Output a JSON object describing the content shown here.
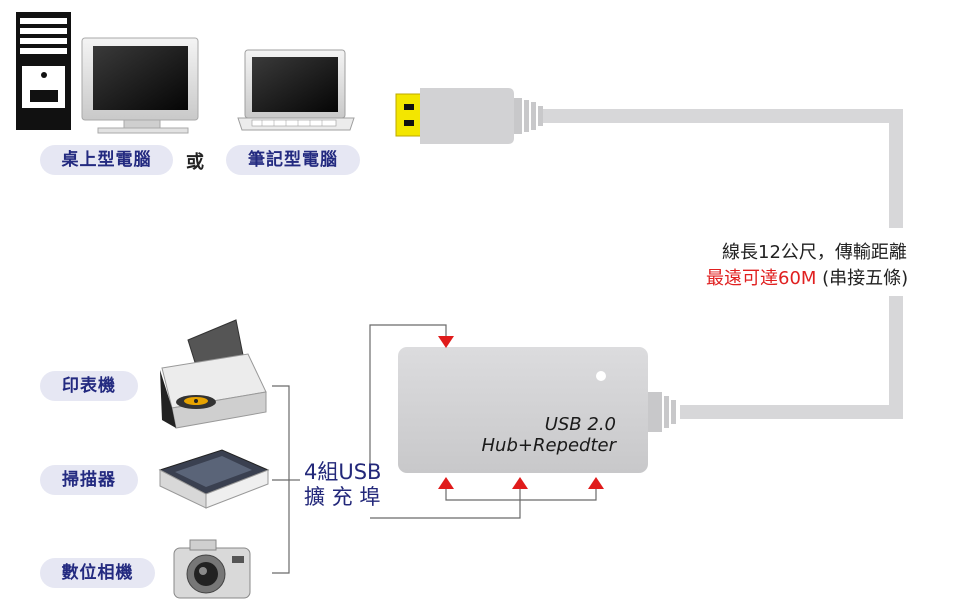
{
  "computers": {
    "desktop_label": "桌上型電腦",
    "or_label": "或",
    "laptop_label": "筆記型電腦"
  },
  "cable_spec": {
    "line1": "線長12公尺，傳輸距離",
    "line2_highlight": "最遠可達60M",
    "line2_rest": " (串接五條)"
  },
  "hub": {
    "title_line1": "USB 2.0",
    "title_line2": "Hub+Repedter"
  },
  "ports": {
    "line1": "4組USB",
    "line2": "擴 充 埠"
  },
  "peripherals": [
    {
      "label": "印表機"
    },
    {
      "label": "掃描器"
    },
    {
      "label": "數位相機"
    }
  ],
  "colors": {
    "pill_bg": "#e6e7f3",
    "pill_text": "#232a80",
    "highlight": "#e02020",
    "arrow": "#e01b1b",
    "cable": "#d7d7d9",
    "hub_body": "#d3d3d5"
  }
}
